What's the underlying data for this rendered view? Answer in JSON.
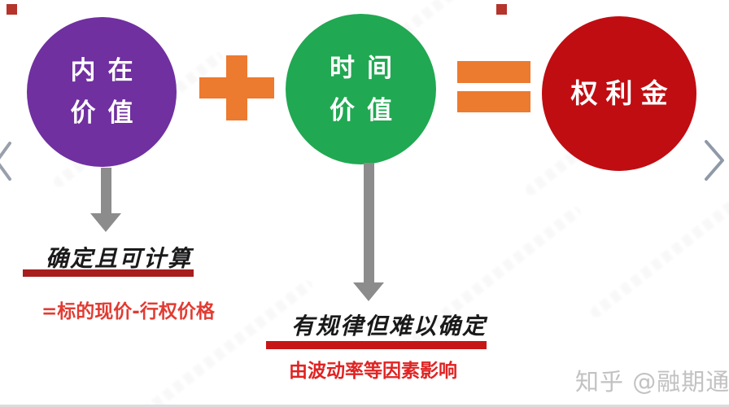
{
  "diagram": {
    "circles": {
      "intrinsic": {
        "lines": [
          "内在",
          "价值"
        ],
        "color": "#7030A0"
      },
      "time": {
        "lines": [
          "时间",
          "价值"
        ],
        "color": "#21A852"
      },
      "premium": {
        "lines": [
          "权利金"
        ],
        "color": "#C00D12"
      }
    },
    "operators": {
      "plus": "+",
      "equals": "=",
      "color": "#EC7A2F"
    },
    "arrow_color": "#8C8C8C",
    "annotations": {
      "intrinsic": {
        "title": "确定且可计算",
        "underline_color": "#A81E1E",
        "subtitle": "=标的现价-行权价格",
        "subtitle_color": "#E23B32"
      },
      "time": {
        "title": "有规律但难以确定",
        "underline_color": "#C71616",
        "subtitle": "由波动率等因素影响",
        "subtitle_color": "#E02323"
      }
    }
  },
  "watermark": {
    "text": "知乎 @融期通",
    "color": "#C2C2C2"
  }
}
